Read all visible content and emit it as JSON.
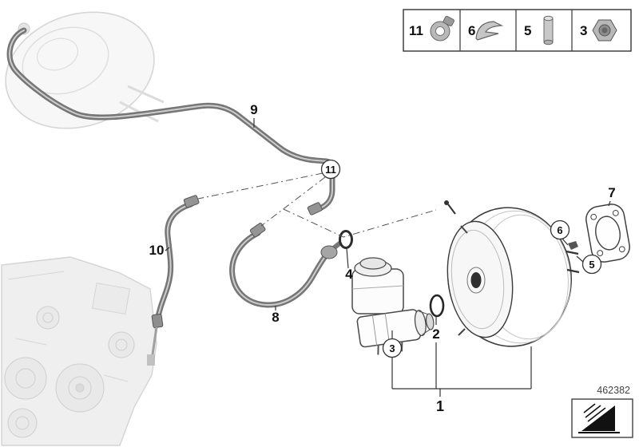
{
  "callouts": {
    "n1": "1",
    "n2": "2",
    "n3": "3",
    "n4": "4",
    "n5": "5",
    "n6": "6",
    "n7": "7",
    "n8": "8",
    "n9": "9",
    "n10": "10",
    "n11": "11"
  },
  "legend": {
    "items": [
      {
        "label": "11",
        "icon": "hose-clamp-icon"
      },
      {
        "label": "6",
        "icon": "spring-clip-icon"
      },
      {
        "label": "5",
        "icon": "dowel-pin-icon"
      },
      {
        "label": "3",
        "icon": "hex-nut-icon"
      }
    ]
  },
  "footer": {
    "diagram_number": "462382"
  },
  "colors": {
    "line": "#3a3a3a",
    "pipe": "#767676",
    "faded_part": "#e6e6e6",
    "metal": "#b8b8b8"
  }
}
